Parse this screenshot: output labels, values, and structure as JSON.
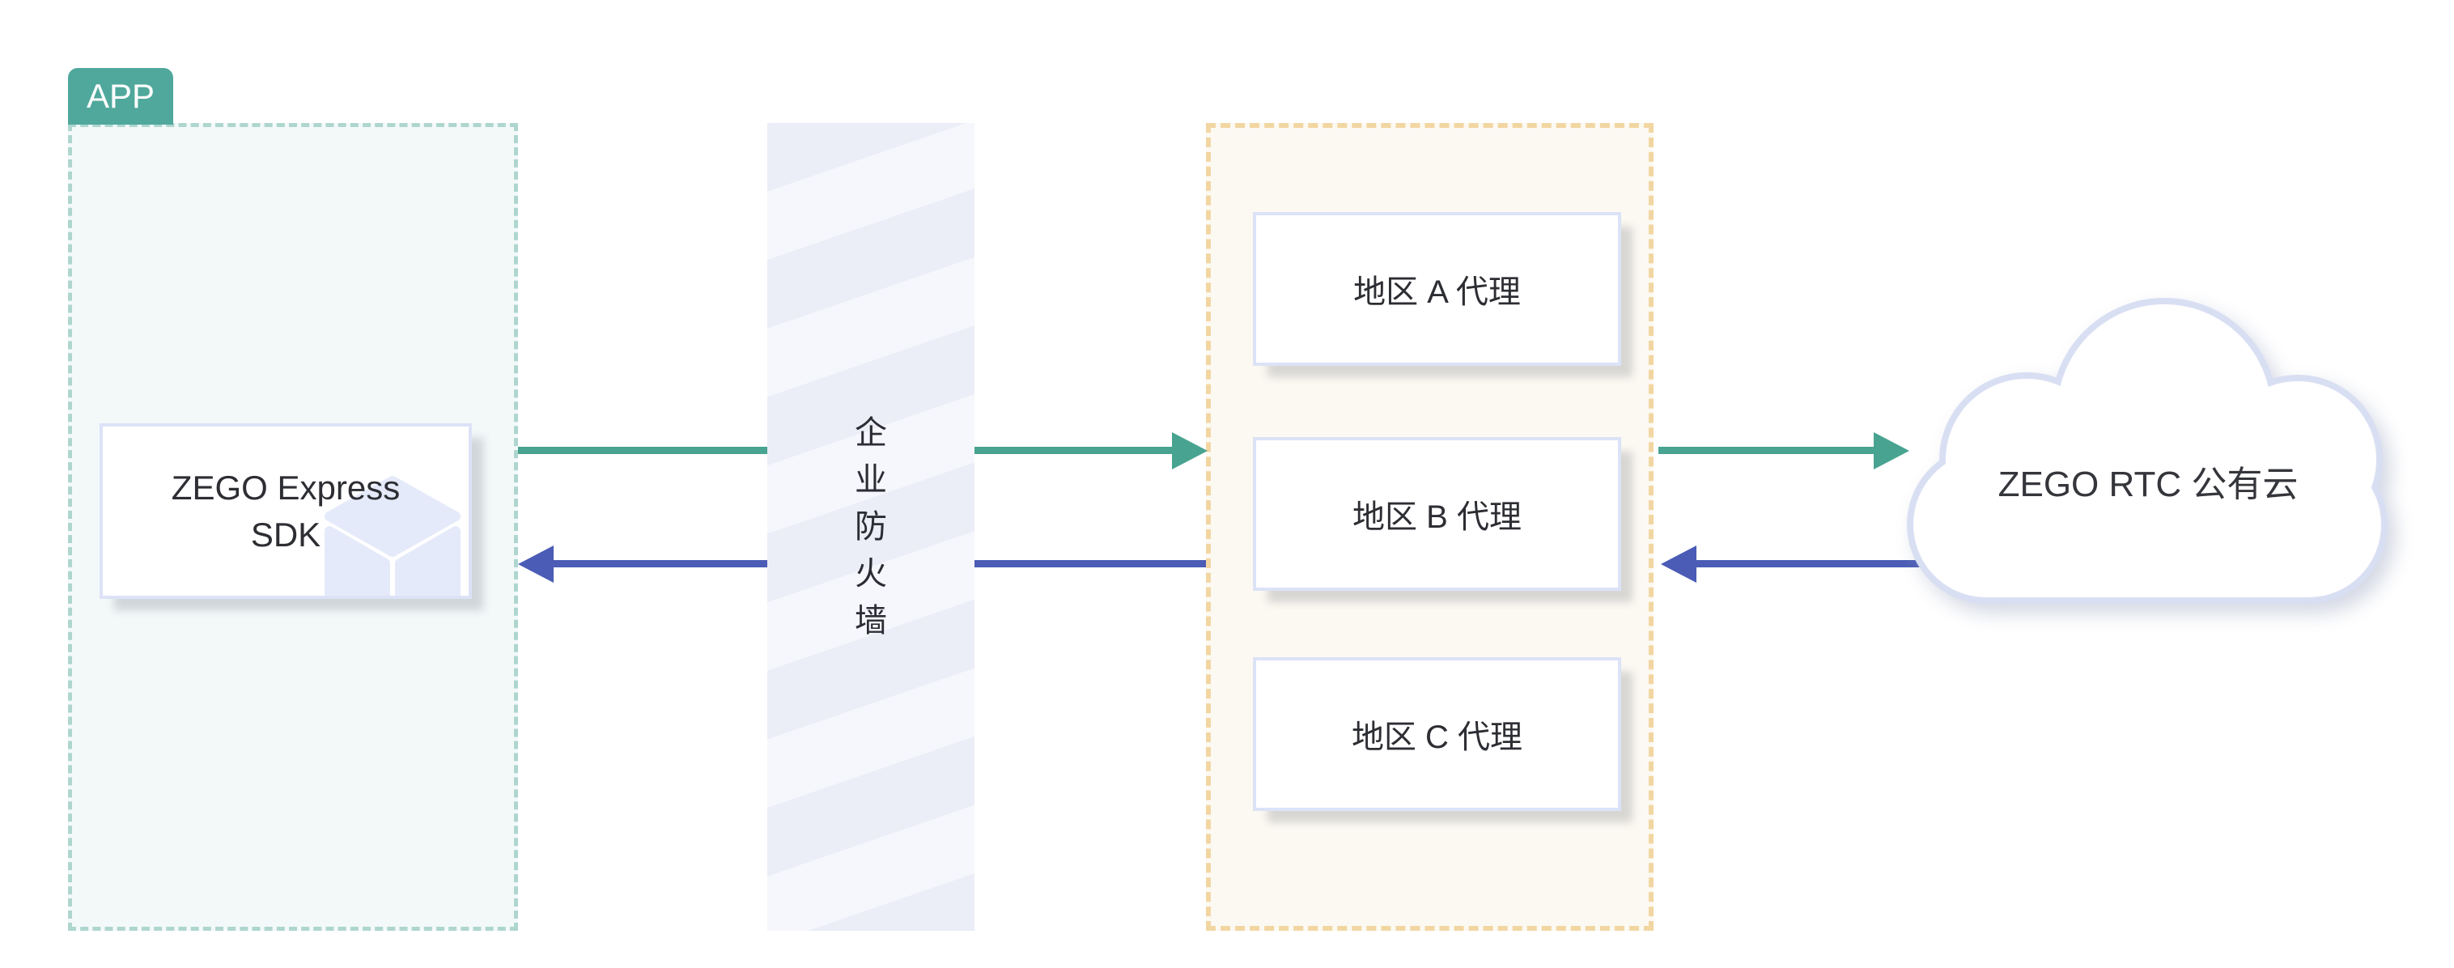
{
  "app": {
    "tag_label": "APP",
    "sdk_line1": "ZEGO Express",
    "sdk_line2": "SDK"
  },
  "firewall": {
    "label": "企业防火墙",
    "chars": [
      "企",
      "业",
      "防",
      "火",
      "墙"
    ]
  },
  "proxy_group": {
    "items": [
      {
        "label": "地区 A 代理"
      },
      {
        "label": "地区 B 代理"
      },
      {
        "label": "地区 C 代理"
      }
    ]
  },
  "cloud": {
    "label": "ZEGO RTC 公有云"
  },
  "arrows": [
    {
      "name": "uplink-app-to-proxy",
      "direction": "right",
      "color": "#48a391"
    },
    {
      "name": "downlink-proxy-to-app",
      "direction": "left",
      "color": "#4a5cb5"
    },
    {
      "name": "uplink-proxy-to-cloud",
      "direction": "right",
      "color": "#48a391"
    },
    {
      "name": "downlink-cloud-to-proxy",
      "direction": "left",
      "color": "#4a5cb5"
    }
  ],
  "colors": {
    "teal_accent": "#50a89c",
    "teal_dash_border": "#aed6cf",
    "app_background": "#f3f9f9",
    "arrow_green": "#48a391",
    "arrow_blue": "#4a5cb5",
    "orange_dash_border": "#f2d6a2",
    "proxy_background": "#fcf9f2",
    "lavender_border": "#dce3f7",
    "firewall_stripe_dark": "#ebedf7",
    "firewall_stripe_light": "#f6f7fc",
    "cloud_outline": "#d9dff3",
    "cube_icon_fill": "#e5eafa",
    "text_dark": "#2d2e33"
  }
}
